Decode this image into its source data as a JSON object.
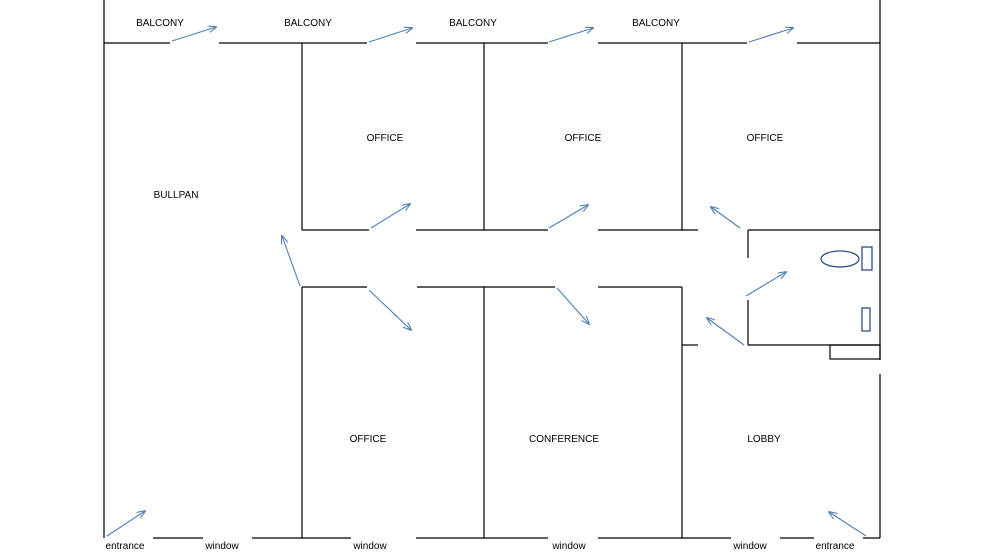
{
  "floorplan": {
    "colors": {
      "wall": "#000000",
      "door_arrow": "#4f7fb5",
      "fixture": "#2e4f80",
      "background": "#ffffff"
    },
    "balconies": [
      "BALCONY",
      "BALCONY",
      "BALCONY",
      "BALCONY"
    ],
    "rooms": {
      "bullpen": "BULLPAN",
      "office_top_1": "OFFICE",
      "office_top_2": "OFFICE",
      "office_top_3": "OFFICE",
      "office_bottom": "OFFICE",
      "conference": "CONFERENCE",
      "lobby": "LOBBY"
    },
    "bottom_labels": {
      "entrance_left": "entrance",
      "window_1": "window",
      "window_2": "window",
      "window_3": "window",
      "window_4": "window",
      "entrance_right": "entrance"
    },
    "fixtures": [
      "toilet-icon",
      "sink-icon"
    ]
  }
}
